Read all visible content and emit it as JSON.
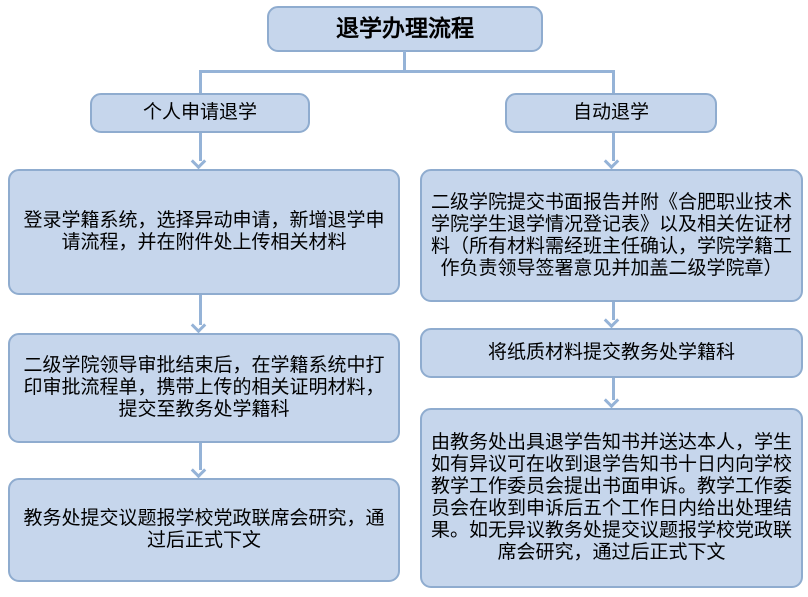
{
  "title": "退学办理流程",
  "colors": {
    "box_fill": "#c6d6ec",
    "box_border": "#8faccf",
    "connector": "#95b3d7",
    "text": "#000000",
    "background": "#ffffff"
  },
  "branches": [
    {
      "header": "个人申请退学",
      "steps": [
        "登录学籍系统，选择异动申请，新增退学申请流程，并在附件处上传相关材料",
        "二级学院领导审批结束后，在学籍系统中打印审批流程单，携带上传的相关证明材料，提交至教务处学籍科",
        "教务处提交议题报学校党政联席会研究，通过后正式下文"
      ]
    },
    {
      "header": "自动退学",
      "steps": [
        "二级学院提交书面报告并附《合肥职业技术学院学生退学情况登记表》以及相关佐证材料（所有材料需经班主任确认，学院学籍工作负责领导签署意见并加盖二级学院章）",
        "将纸质材料提交教务处学籍科",
        "由教务处出具退学告知书并送达本人，学生如有异议可在收到退学告知书十日内向学校教学工作委员会提出书面申诉。教学工作委员会在收到申诉后五个工作日内给出处理结果。如无异议教务处提交议题报学校党政联席会研究，通过后正式下文"
      ]
    }
  ]
}
